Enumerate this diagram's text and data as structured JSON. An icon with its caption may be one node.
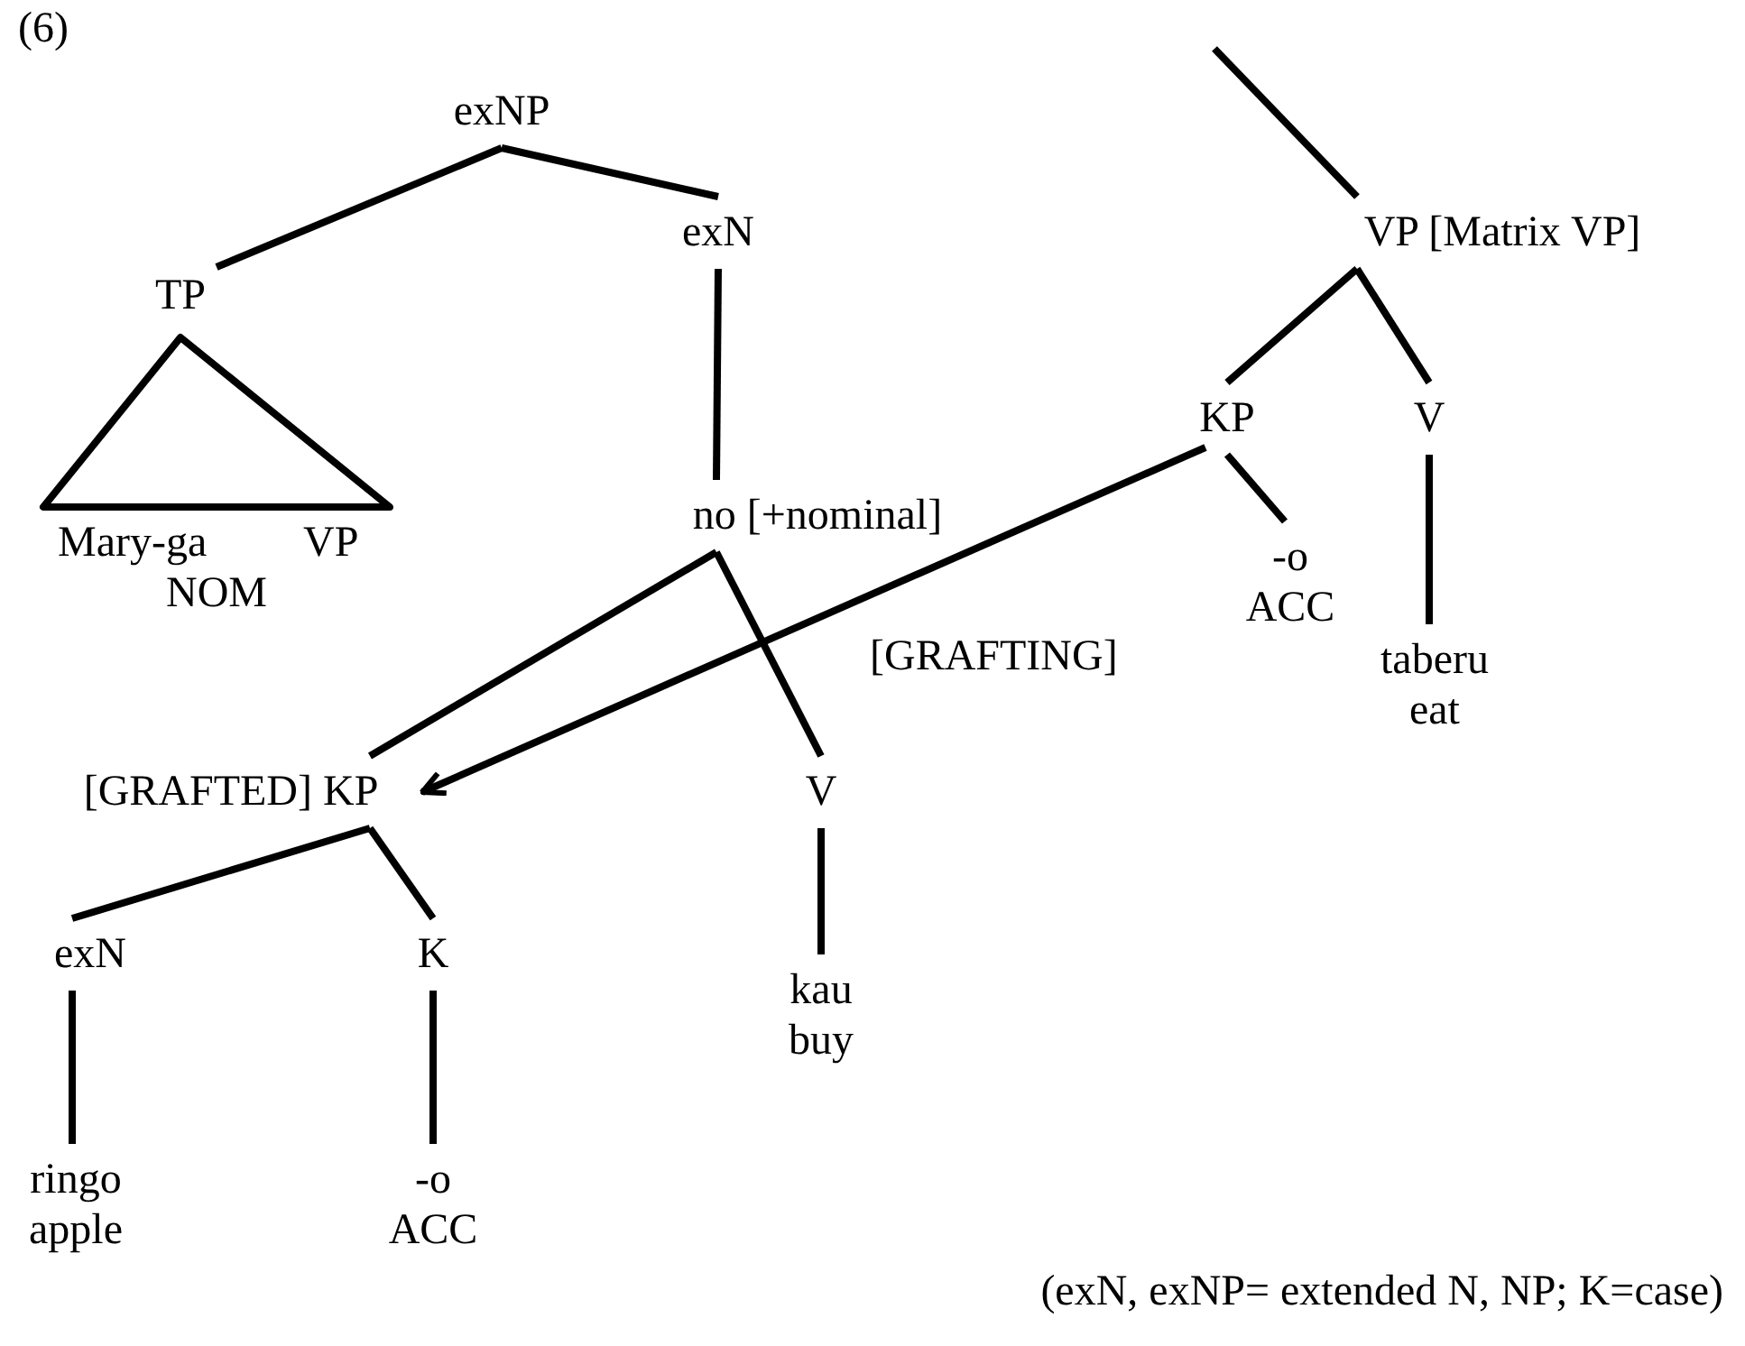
{
  "diagram": {
    "caption": "(exN, exNP= extended N, NP; K=case)",
    "nodes": [
      {
        "text": [
          "exNP"
        ]
      },
      {
        "text": [
          "exN"
        ]
      },
      {
        "text": [
          "TP"
        ]
      },
      {
        "text": [],
        "shape": "triangle"
      },
      {
        "text": [
          "no [+nominal]"
        ]
      },
      {
        "text": [
          "VP [Matrix VP]"
        ]
      },
      {
        "text": [
          "KP"
        ]
      },
      {
        "text": [
          "V"
        ]
      },
      {
        "text": [
          "-o",
          "ACC"
        ]
      },
      {
        "text": [
          "taberu",
          "eat"
        ]
      },
      {
        "text": [
          "[GRAFTED] KP"
        ]
      },
      {
        "text": [
          "V"
        ]
      },
      {
        "text": [
          "exN"
        ]
      },
      {
        "text": [
          "K"
        ]
      },
      {
        "text": [
          "kau",
          "buy"
        ]
      },
      {
        "text": [
          "ringo",
          "apple"
        ]
      },
      {
        "text": [
          "-o",
          "ACC"
        ]
      }
    ],
    "edges": [
      {
        "from": 0,
        "to": 2,
        "arrow": "none"
      },
      {
        "from": 0,
        "to": 1,
        "arrow": "none"
      },
      {
        "from": 1,
        "to": 4,
        "arrow": "none"
      },
      {
        "from": 4,
        "to": 10,
        "arrow": "none"
      },
      {
        "from": 4,
        "to": 11,
        "arrow": "none"
      },
      {
        "from": null,
        "to": 5,
        "arrow": "none"
      },
      {
        "from": 5,
        "to": 6,
        "arrow": "none"
      },
      {
        "from": 5,
        "to": 7,
        "arrow": "none"
      },
      {
        "from": 6,
        "to": 8,
        "arrow": "none"
      },
      {
        "from": 7,
        "to": 9,
        "arrow": "none"
      },
      {
        "from": 6,
        "to": 10,
        "arrow": "to"
      },
      {
        "from": 10,
        "to": 12,
        "arrow": "none"
      },
      {
        "from": 10,
        "to": 13,
        "arrow": "none"
      },
      {
        "from": 12,
        "to": 15,
        "arrow": "none"
      },
      {
        "from": 13,
        "to": 16,
        "arrow": "none"
      },
      {
        "from": 11,
        "to": 14,
        "arrow": "none"
      }
    ],
    "labels": [
      "(6)",
      "Mary-ga",
      "VP",
      "NOM",
      "[GRAFTING]"
    ]
  }
}
